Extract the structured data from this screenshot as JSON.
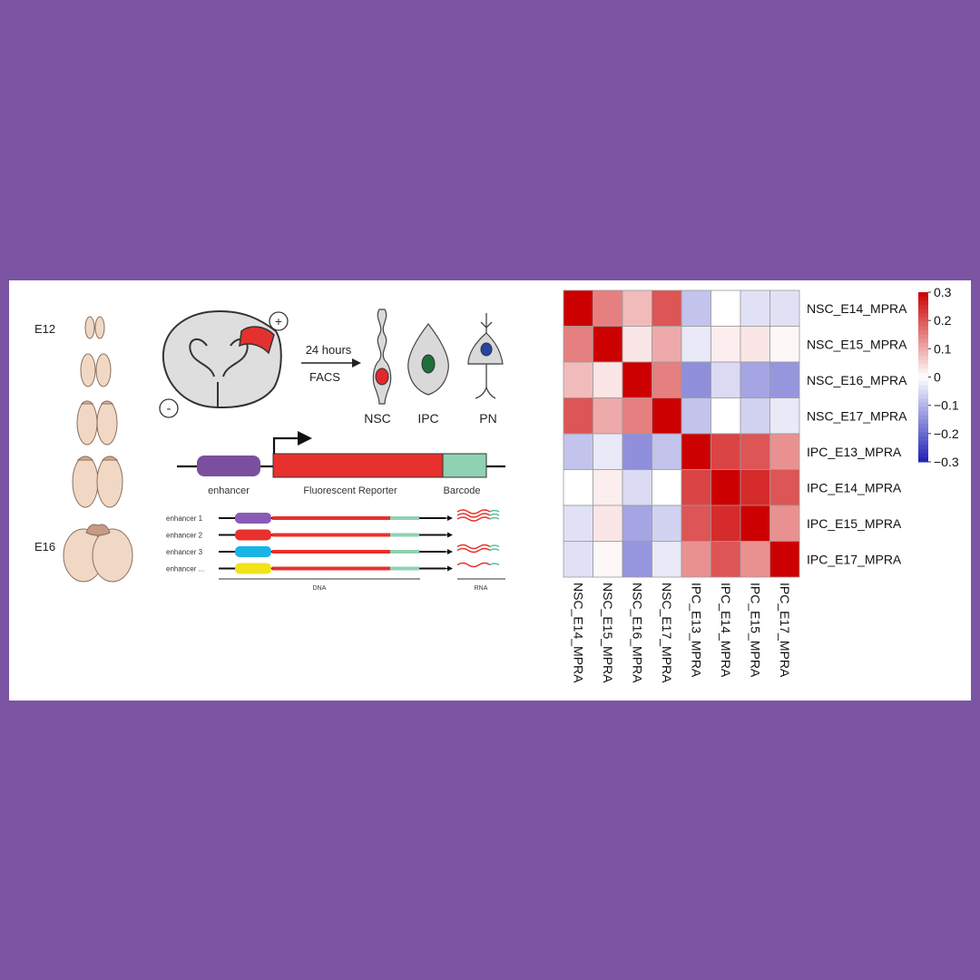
{
  "schematic": {
    "stage_early": "E12",
    "stage_late": "E16",
    "electrode_plus": "+",
    "electrode_minus": "-",
    "arrow_top": "24 hours",
    "arrow_bottom": "FACS",
    "cells": [
      {
        "label": "NSC",
        "nucleus_color": "#e2282c"
      },
      {
        "label": "IPC",
        "nucleus_color": "#1f6f3b"
      },
      {
        "label": "PN",
        "nucleus_color": "#2546a0"
      }
    ],
    "construct": {
      "enhancer_label": "enhancer",
      "reporter_label": "Fluorescent Reporter",
      "barcode_label": "Barcode",
      "colors": {
        "enhancer": "#7a4fa0",
        "reporter": "#e8302c",
        "barcode": "#8fd1b3"
      }
    },
    "library": {
      "rows": [
        {
          "label": "enhancer 1",
          "color": "#8a5bb5"
        },
        {
          "label": "enhancer 2",
          "color": "#e8302c"
        },
        {
          "label": "enhancer 3",
          "color": "#18b4e6"
        },
        {
          "label": "enhancer ...",
          "color": "#f2e21a"
        }
      ],
      "dna_label": "DNA",
      "rna_label": "RNA"
    }
  },
  "chart_data": {
    "type": "heatmap",
    "rows": [
      "NSC_E14_MPRA",
      "NSC_E15_MPRA",
      "NSC_E16_MPRA",
      "NSC_E17_MPRA",
      "IPC_E13_MPRA",
      "IPC_E14_MPRA",
      "IPC_E15_MPRA",
      "IPC_E17_MPRA"
    ],
    "columns": [
      "NSC_E14_MPRA",
      "NSC_E15_MPRA",
      "NSC_E16_MPRA",
      "NSC_E17_MPRA",
      "IPC_E13_MPRA",
      "IPC_E14_MPRA",
      "IPC_E15_MPRA",
      "IPC_E17_MPRA"
    ],
    "values": [
      [
        0.3,
        0.15,
        0.08,
        0.2,
        -0.08,
        0.0,
        -0.04,
        -0.04
      ],
      [
        0.15,
        0.3,
        0.03,
        0.1,
        -0.03,
        0.02,
        0.03,
        0.01
      ],
      [
        0.08,
        0.03,
        0.3,
        0.15,
        -0.15,
        -0.05,
        -0.12,
        -0.14
      ],
      [
        0.2,
        0.1,
        0.15,
        0.3,
        -0.08,
        0.0,
        -0.06,
        -0.03
      ],
      [
        -0.08,
        -0.03,
        -0.15,
        -0.08,
        0.3,
        0.22,
        0.2,
        0.13
      ],
      [
        0.0,
        0.02,
        -0.05,
        0.0,
        0.22,
        0.3,
        0.25,
        0.2
      ],
      [
        -0.04,
        0.03,
        -0.12,
        -0.06,
        0.2,
        0.25,
        0.3,
        0.13
      ],
      [
        -0.04,
        0.01,
        -0.14,
        -0.03,
        0.13,
        0.2,
        0.13,
        0.3
      ]
    ],
    "color_scale": {
      "min": -0.3,
      "max": 0.3,
      "low": "#1f1fb8",
      "mid": "#ffffff",
      "high": "#cc0000"
    },
    "colorbar_ticks": [
      "0.3",
      "0.2",
      "0.1",
      "0",
      "−0.1",
      "−0.2",
      "−0.3"
    ],
    "colorbar_tick_values": [
      0.3,
      0.2,
      0.1,
      0,
      -0.1,
      -0.2,
      -0.3
    ]
  }
}
